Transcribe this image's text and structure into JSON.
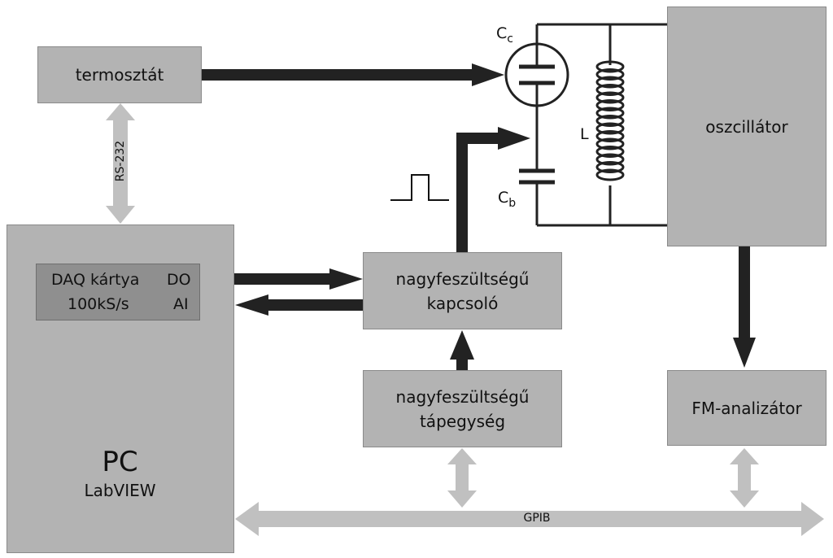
{
  "blocks": {
    "thermostat": "termosztát",
    "oscillator": "oszcillátor",
    "fm_analyzer": "FM-analizátor",
    "hv_switch_line1": "nagyfeszültségű",
    "hv_switch_line2": "kapcsoló",
    "hv_supply_line1": "nagyfeszültségű",
    "hv_supply_line2": "tápegység",
    "pc_title": "PC",
    "pc_subtitle": "LabVIEW"
  },
  "daq": {
    "name": "DAQ kártya",
    "rate": "100kS/s",
    "port_out": "DO",
    "port_in": "AI"
  },
  "components": {
    "cc_main": "C",
    "cc_sub": "c",
    "cb_main": "C",
    "cb_sub": "b",
    "inductor": "L"
  },
  "buses": {
    "rs232": "RS-232",
    "gpib": "GPIB"
  },
  "colors": {
    "box_fill": "#b3b3b3",
    "daq_fill": "#8f8f8f",
    "arrow_dark": "#222222",
    "arrow_light": "#c0c0c0"
  }
}
